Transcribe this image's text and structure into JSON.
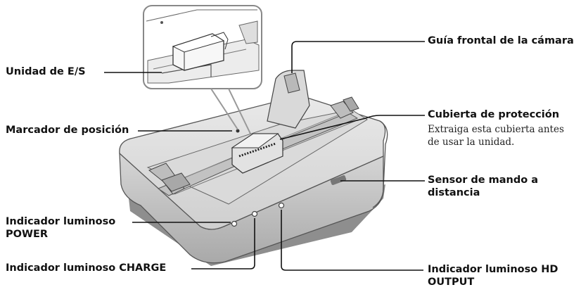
{
  "callouts": {
    "io_unit": "Unidad de E/S",
    "position_marker": "Marcador de posición",
    "power_led_line1": "Indicador luminoso",
    "power_led_line2": "POWER",
    "charge_led": "Indicador luminoso CHARGE",
    "camera_guide": "Guía frontal de la cámara",
    "protective_cover": "Cubierta de protección",
    "protective_cover_note_line1": "Extraiga esta cubierta antes",
    "protective_cover_note_line2": "de usar la unidad.",
    "remote_sensor_line1": "Sensor de mando a",
    "remote_sensor_line2": "distancia",
    "hd_output_led_line1": "Indicador luminoso HD",
    "hd_output_led_line2": "OUTPUT"
  }
}
